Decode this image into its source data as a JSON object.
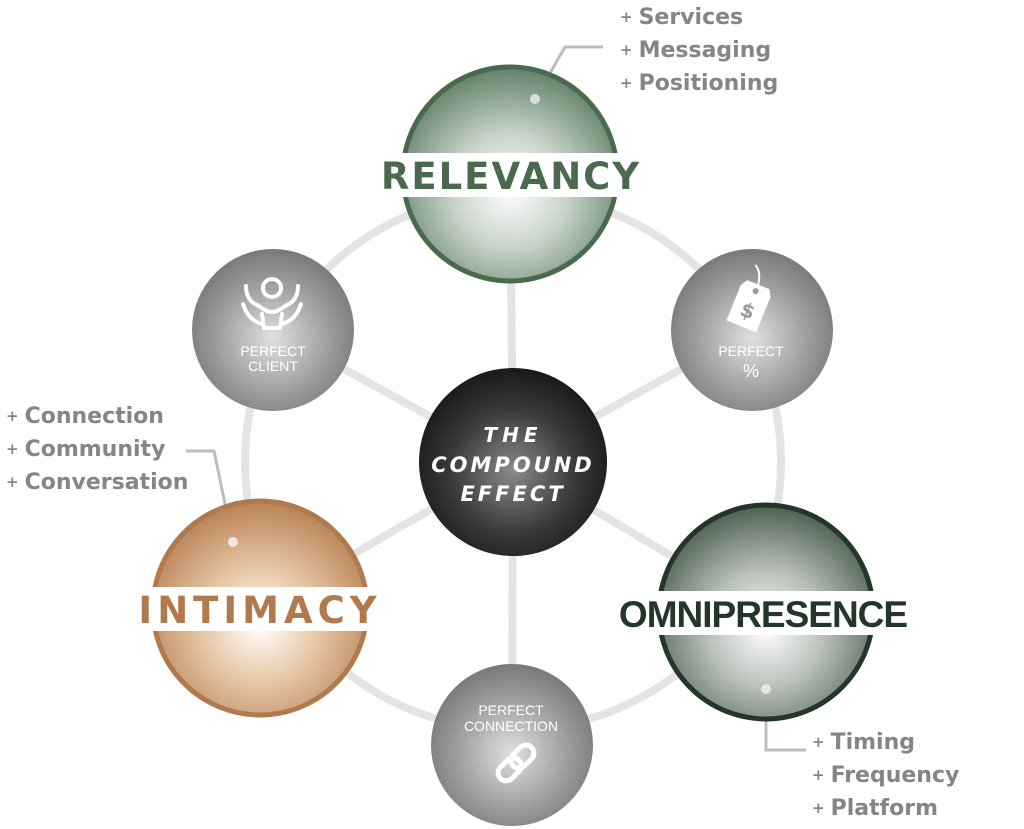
{
  "center": {
    "line1": "THE",
    "line2": "COMPOUND",
    "line3": "EFFECT",
    "color": "#222222"
  },
  "pillars": {
    "relevancy": {
      "label": "RELEVANCY",
      "color": "#4a6a4e",
      "items": [
        "Services",
        "Messaging",
        "Positioning"
      ]
    },
    "intimacy": {
      "label": "INTIMACY",
      "color": "#b07a4e",
      "items": [
        "Connection",
        "Community",
        "Conversation"
      ]
    },
    "omnipresence": {
      "label": "OMNIPRESENCE",
      "color": "#22362a",
      "items": [
        "Timing",
        "Frequency",
        "Platform"
      ]
    }
  },
  "perfects": {
    "client": {
      "line1": "PERFECT",
      "line2": "CLIENT",
      "icon": "person-arms-up-icon"
    },
    "price": {
      "line1": "PERFECT",
      "line2": "%",
      "icon": "price-tag-icon"
    },
    "connection": {
      "line1": "PERFECT",
      "line2": "CONNECTION",
      "icon": "chain-link-icon"
    }
  },
  "bullet_symbol": "+",
  "colors": {
    "ring": "#e4e4e4",
    "bullet_text": "#858585",
    "perfect_fill": "#8c8c8c"
  }
}
